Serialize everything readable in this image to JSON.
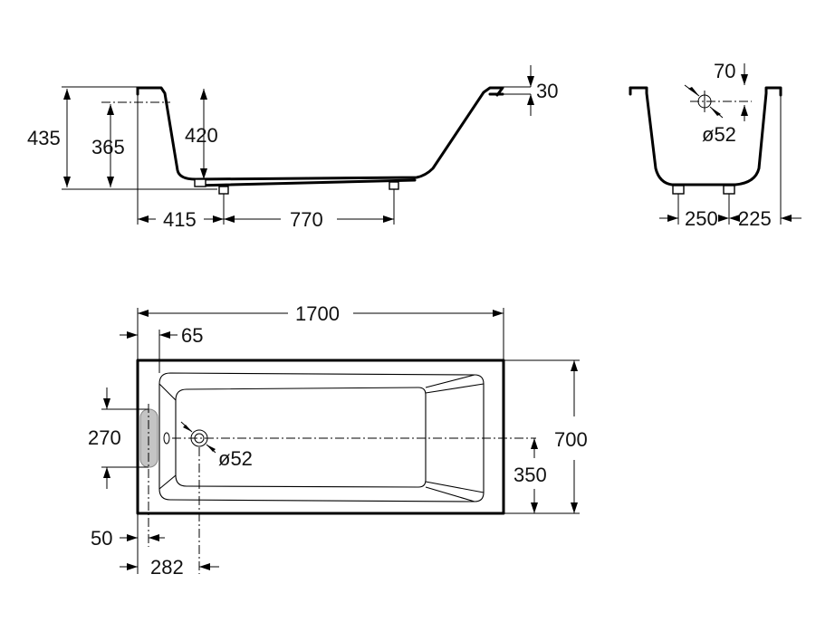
{
  "side_view": {
    "height_total": "435",
    "height_rim": "365",
    "depth_inner": "420",
    "rim_thickness": "30",
    "foot_offset": "415",
    "foot_spacing": "770"
  },
  "end_view": {
    "drain_offset": "70",
    "drain_diameter": "ø52",
    "foot_spacing": "250",
    "rim_to_foot": "225"
  },
  "plan_view": {
    "length": "1700",
    "rim_offset": "65",
    "width": "700",
    "overflow_height": "270",
    "drain_center": "350",
    "drain_diameter": "ø52",
    "edge_offset": "50",
    "drain_distance": "282"
  }
}
